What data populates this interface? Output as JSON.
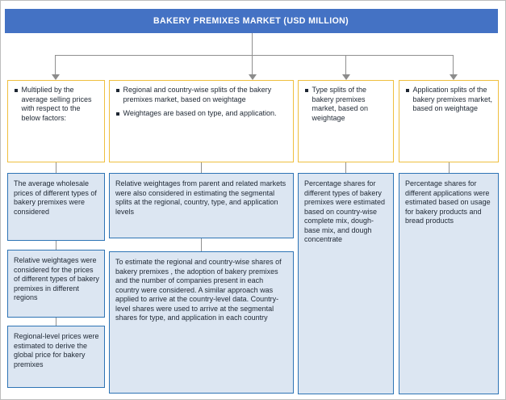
{
  "title": "BAKERY PREMIXES MARKET (USD MILLION)",
  "colors": {
    "header_bg": "#4472C4",
    "header_text": "#FFFFFF",
    "criteria_box_border": "#EFBF3F",
    "detail_box_fill": "#DCE6F2",
    "detail_box_border": "#2E74B5",
    "connector_gray": "#909090"
  },
  "columns": [
    {
      "top_box_bullets": [
        "Multiplied by the average selling prices with respect to the below factors:"
      ],
      "detail_boxes": [
        "The average wholesale prices of different types of bakery premixes were considered",
        "Relative weightages were considered for the prices of different types of bakery premixes in different regions",
        "Regional-level prices were estimated to derive the global price for bakery premixes"
      ]
    },
    {
      "top_box_bullets": [
        "Regional and country-wise splits of the bakery premixes market, based on weightage",
        "Weightages are based on type, and application."
      ],
      "detail_boxes": [
        "Relative weightages from parent and related markets were also considered in estimating the segmental splits at the regional, country, type, and application levels",
        "To estimate the regional and country-wise shares of bakery premixes , the adoption of bakery premixes and the number of companies present in each country were considered. A similar approach was applied to arrive at the country-level data. Country-level shares were used to arrive at the segmental shares for type, and application in each country"
      ]
    },
    {
      "top_box_bullets": [
        "Type splits of the bakery premixes market, based on weightage"
      ],
      "detail_boxes": [
        "Percentage shares for different types of bakery premixes were estimated based on country-wise complete mix, dough-base mix, and dough concentrate"
      ]
    },
    {
      "top_box_bullets": [
        "Application splits of the bakery premixes market, based on weightage"
      ],
      "detail_boxes": [
        "Percentage shares for different applications were estimated based on usage for bakery products and bread products"
      ]
    }
  ]
}
